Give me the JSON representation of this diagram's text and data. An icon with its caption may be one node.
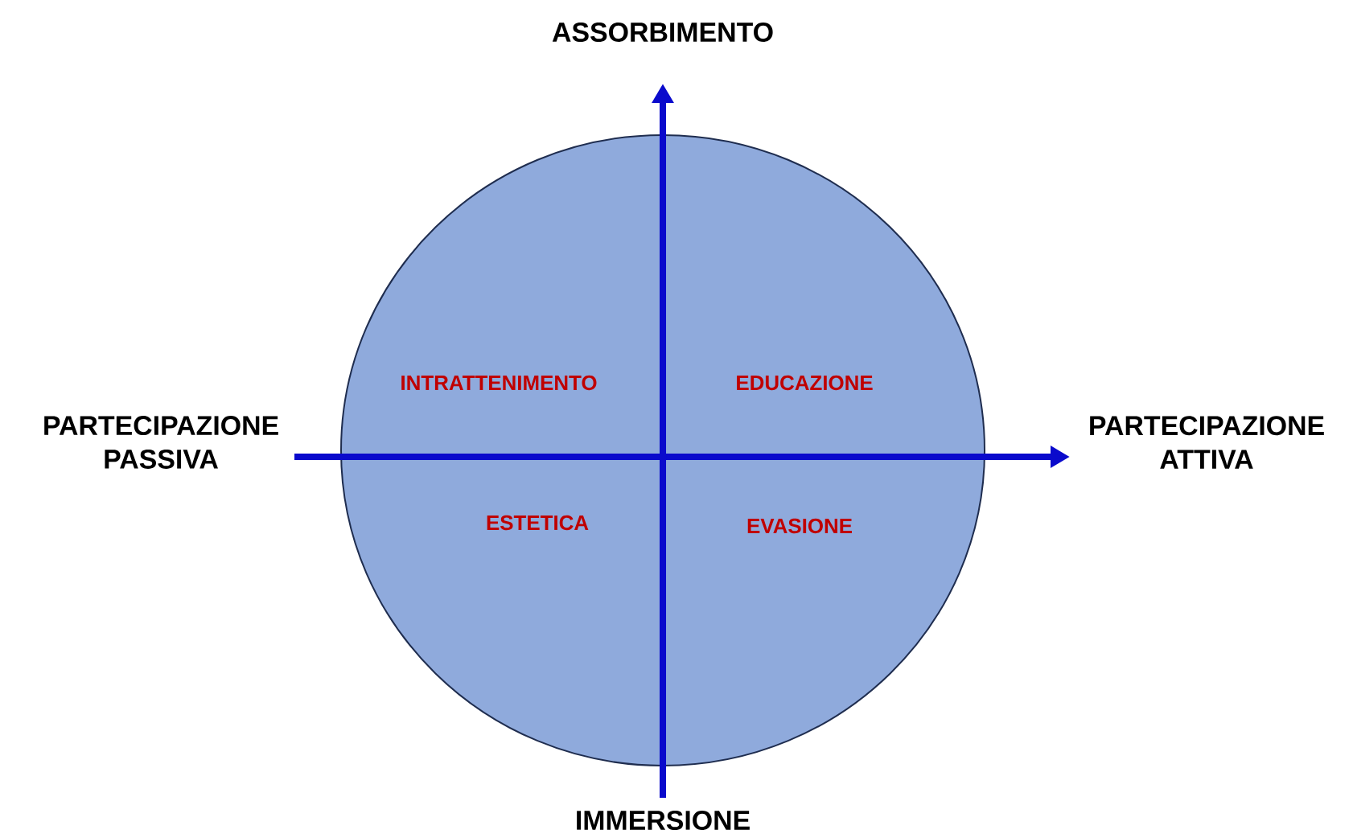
{
  "diagram": {
    "nodes": [
      {
        "text": [
          "INTRATTENIMENTO",
          "EDUCAZIONE",
          "ESTETICA",
          "EVASIONE"
        ]
      }
    ],
    "labels": [
      "ASSORBIMENTO",
      "PARTECIPAZIONE PASSIVA",
      "PARTECIPAZIONE ATTIVA",
      "IMMERSIONE"
    ]
  }
}
